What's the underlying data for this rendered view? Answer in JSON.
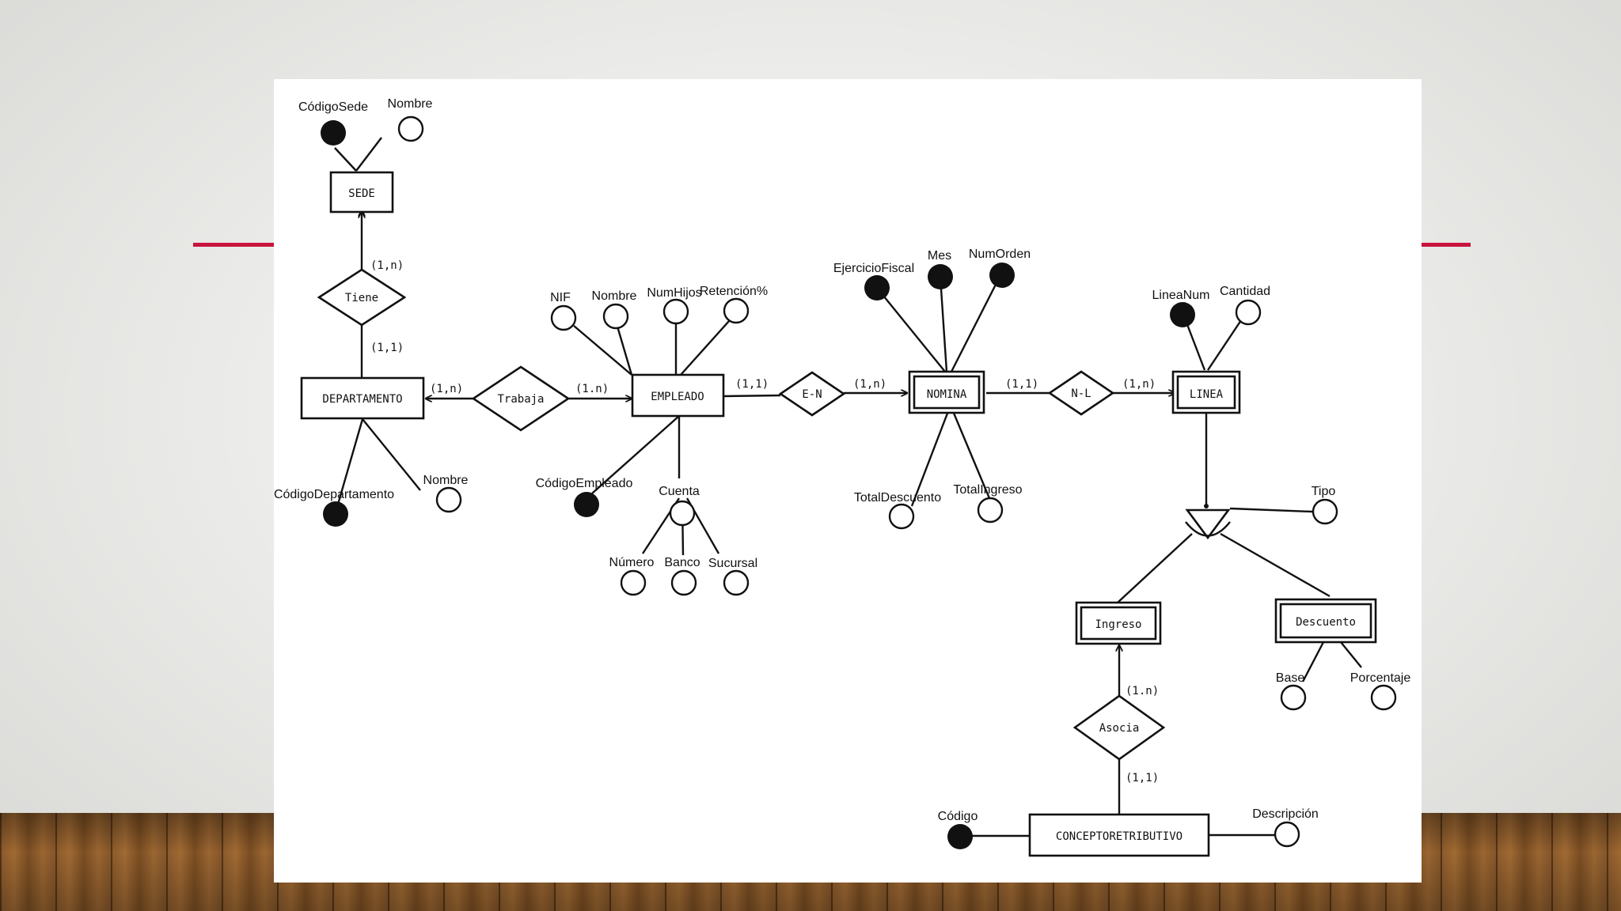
{
  "diagram": {
    "entities": {
      "sede": "SEDE",
      "departamento": "DEPARTAMENTO",
      "empleado": "EMPLEADO",
      "nomina": "NOMINA",
      "linea": "LINEA",
      "ingreso": "Ingreso",
      "descuento": "Descuento",
      "concepto": "CONCEPTORETRIBUTIVO"
    },
    "relationships": {
      "tiene": "Tiene",
      "trabaja": "Trabaja",
      "en": "E-N",
      "nl": "N-L",
      "asocia": "Asocia"
    },
    "attributes": {
      "codigo_sede": "CódigoSede",
      "nombre_sede": "Nombre",
      "codigo_departamento": "CódigoDepartamento",
      "nombre_departamento": "Nombre",
      "nif": "NIF",
      "nombre_empleado": "Nombre",
      "num_hijos": "NumHijos",
      "retencion": "Retención%",
      "codigo_empleado": "CódigoEmpleado",
      "cuenta": "Cuenta",
      "numero": "Número",
      "banco": "Banco",
      "sucursal": "Sucursal",
      "ejercicio_fiscal": "EjercicioFiscal",
      "mes": "Mes",
      "num_orden": "NumOrden",
      "total_descuento": "TotalDescuento",
      "total_ingreso": "TotalIngreso",
      "linea_num": "LineaNum",
      "cantidad": "Cantidad",
      "tipo": "Tipo",
      "base": "Base",
      "porcentaje": "Porcentaje",
      "codigo": "Código",
      "descripcion": "Descripción"
    },
    "cardinalities": {
      "tiene_sede": "(1,n)",
      "tiene_departamento": "(1,1)",
      "trabaja_departamento": "(1,n)",
      "trabaja_empleado": "(1.n)",
      "en_empleado": "(1,1)",
      "en_nomina": "(1,n)",
      "nl_nomina": "(1,1)",
      "nl_linea": "(1,n)",
      "asocia_ingreso": "(1.n)",
      "asocia_concepto": "(1,1)"
    }
  }
}
